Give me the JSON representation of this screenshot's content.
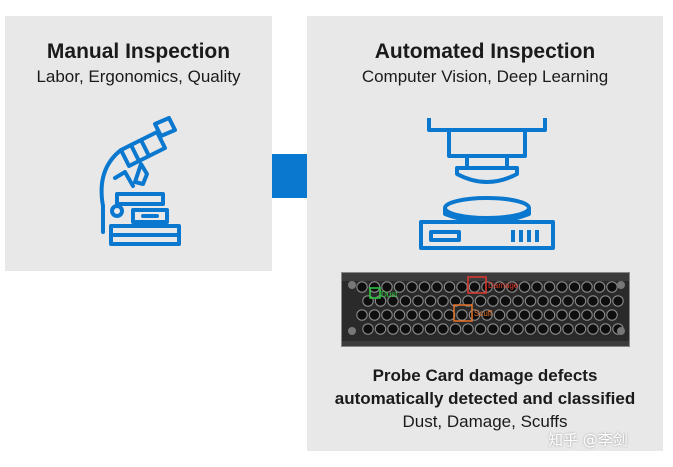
{
  "colors": {
    "panel_bg": "#e8e8e8",
    "accent_blue": "#0b78d0",
    "dust": "#2ecc40",
    "damage": "#e03a2e",
    "scuff": "#e8732a"
  },
  "manual": {
    "title": "Manual Inspection",
    "subtitle": "Labor, Ergonomics, Quality",
    "icon": "microscope-icon"
  },
  "arrow": {
    "icon": "right-arrow-icon"
  },
  "automated": {
    "title": "Automated Inspection",
    "subtitle": "Computer Vision, Deep Learning",
    "icon": "inspection-machine-icon"
  },
  "probe_card": {
    "labels": {
      "dust": "Dust",
      "damage": "Damage",
      "scuff": "Scuff"
    }
  },
  "caption": {
    "line1": "Probe Card damage defects",
    "line2": "automatically detected and classified",
    "line3": "Dust, Damage, Scuffs"
  },
  "watermark": "知乎 @李剑"
}
